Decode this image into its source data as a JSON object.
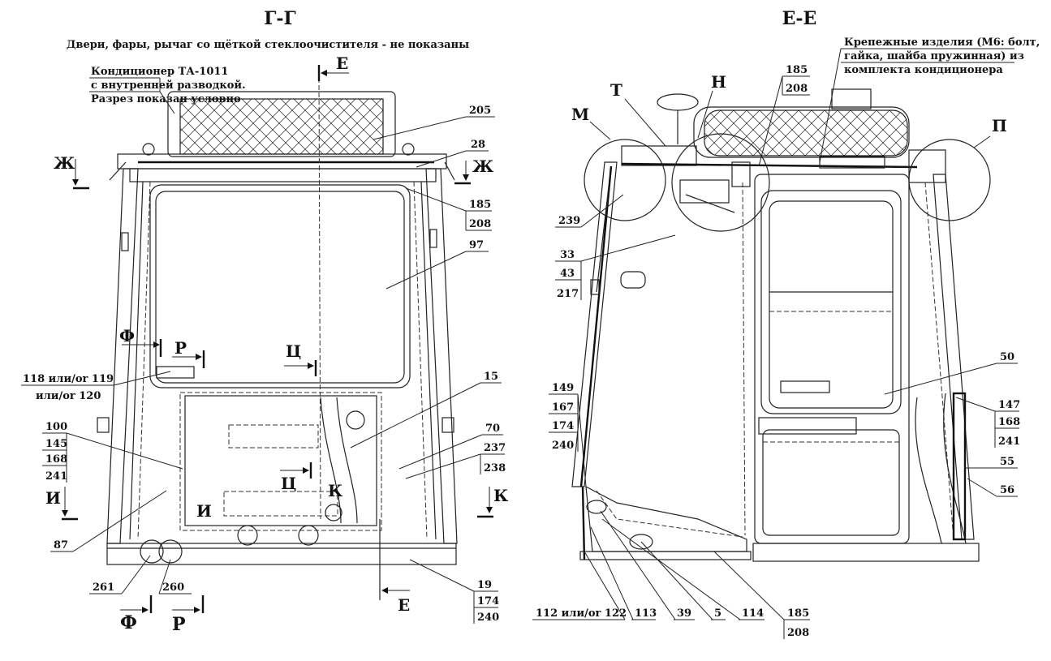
{
  "views": {
    "left_title": "Г-Г",
    "right_title": "Е-Е"
  },
  "notes": {
    "left_note": "Двери, фары, рычаг со щёткой стеклоочистителя - не показаны",
    "ac_line1": "Кондиционер ТА-1011",
    "ac_line2": "с внутренней разводкой.",
    "ac_line3": "Разрез показан условно",
    "fasteners_line1": "Крепежные изделия (М6: болт,",
    "fasteners_line2": "гайка, шайба пружинная) из",
    "fasteners_line3": "комплекта кондиционера"
  },
  "section_marks": {
    "E_top": "Е",
    "E_bottom": "Е",
    "Zh_left": "Ж",
    "Zh_right": "Ж",
    "F_mid": "Ф",
    "R_mid": "Р",
    "Ts_mid": "Ц",
    "Ts_low": "Ц",
    "I_left": "И",
    "I_mid": "И",
    "K_mid": "К",
    "K_right": "К",
    "F_bottom": "Ф",
    "R_bottom": "Р",
    "M": "М",
    "T": "Т",
    "N": "Н",
    "P": "П"
  },
  "callouts_left": {
    "c205": "205",
    "c28": "28",
    "c185": "185",
    "c208": "208",
    "c97": "97",
    "c118": "118 или/or 119",
    "c120": "или/or 120",
    "c15": "15",
    "c100": "100",
    "c145": "145",
    "c168": "168",
    "c241": "241",
    "c70": "70",
    "c237": "237",
    "c238": "238",
    "c87": "87",
    "c261": "261",
    "c260": "260",
    "c19": "19",
    "c174": "174",
    "c240": "240"
  },
  "callouts_right": {
    "c185": "185",
    "c208": "208",
    "c239": "239",
    "c33": "33",
    "c43": "43",
    "c217": "217",
    "c50": "50",
    "c149": "149",
    "c167": "167",
    "c174": "174",
    "c240": "240",
    "c147": "147",
    "c168": "168",
    "c241": "241",
    "c55": "55",
    "c56": "56",
    "c112": "112 или/or 122",
    "c113": "113",
    "c39": "39",
    "c5": "5",
    "c114": "114",
    "c185b": "185",
    "c208b": "208"
  }
}
